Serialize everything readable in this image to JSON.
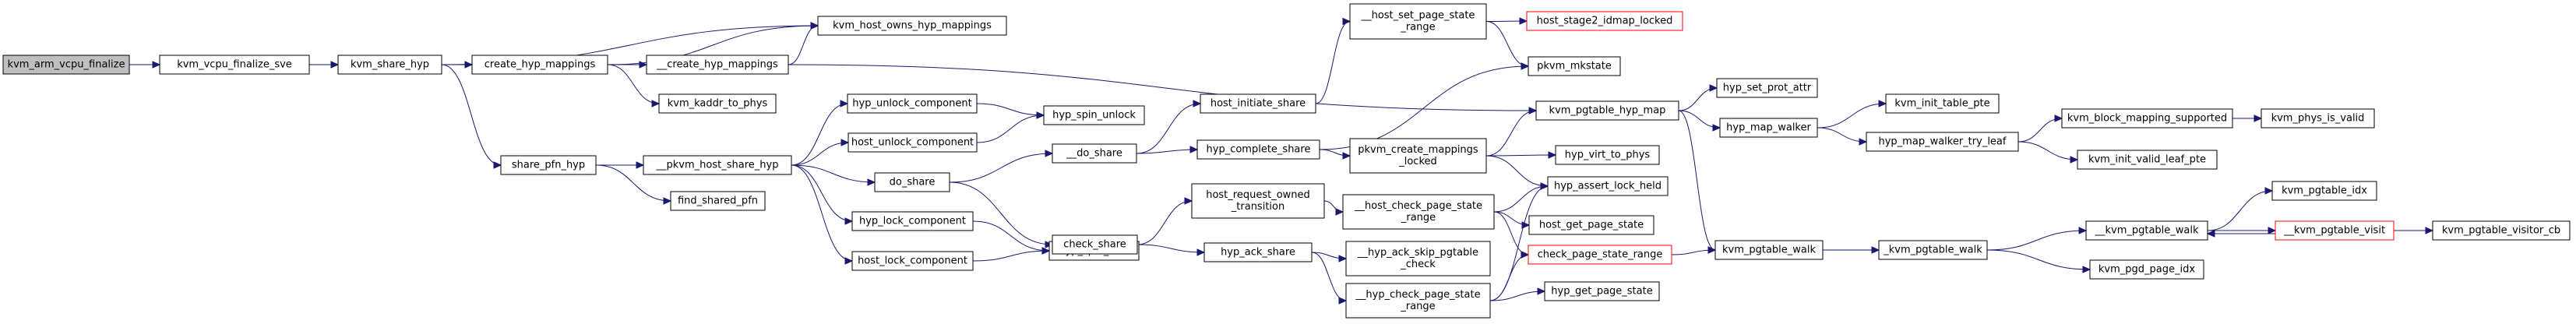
{
  "colors": {
    "edge": "#191970",
    "node_border": "#000000",
    "node_border_truncated": "#ff0000",
    "node_fill": "#ffffff",
    "root_fill": "#bfbfbf",
    "background": "#ffffff"
  },
  "graph": {
    "type": "call-graph",
    "nodes": [
      {
        "id": "kvm_arm_vcpu_finalize",
        "lines": [
          "kvm_arm_vcpu_finalize"
        ],
        "style": "root"
      },
      {
        "id": "kvm_vcpu_finalize_sve",
        "lines": [
          "kvm_vcpu_finalize_sve"
        ],
        "style": "normal"
      },
      {
        "id": "kvm_share_hyp",
        "lines": [
          "kvm_share_hyp"
        ],
        "style": "normal"
      },
      {
        "id": "kvm_host_owns_hyp_mappings",
        "lines": [
          "kvm_host_owns_hyp_mappings"
        ],
        "style": "normal"
      },
      {
        "id": "create_hyp_mappings",
        "lines": [
          "create_hyp_mappings"
        ],
        "style": "normal"
      },
      {
        "id": "__create_hyp_mappings",
        "lines": [
          "__create_hyp_mappings"
        ],
        "style": "normal"
      },
      {
        "id": "kvm_kaddr_to_phys",
        "lines": [
          "kvm_kaddr_to_phys"
        ],
        "style": "normal"
      },
      {
        "id": "share_pfn_hyp",
        "lines": [
          "share_pfn_hyp"
        ],
        "style": "normal"
      },
      {
        "id": "__pkvm_host_share_hyp",
        "lines": [
          "__pkvm_host_share_hyp"
        ],
        "style": "normal"
      },
      {
        "id": "find_shared_pfn",
        "lines": [
          "find_shared_pfn"
        ],
        "style": "normal"
      },
      {
        "id": "hyp_unlock_component",
        "lines": [
          "hyp_unlock_component"
        ],
        "style": "normal"
      },
      {
        "id": "host_unlock_component",
        "lines": [
          "host_unlock_component"
        ],
        "style": "normal"
      },
      {
        "id": "do_share",
        "lines": [
          "do_share"
        ],
        "style": "normal"
      },
      {
        "id": "hyp_lock_component",
        "lines": [
          "hyp_lock_component"
        ],
        "style": "normal"
      },
      {
        "id": "host_lock_component",
        "lines": [
          "host_lock_component"
        ],
        "style": "normal"
      },
      {
        "id": "hyp_spin_unlock",
        "lines": [
          "hyp_spin_unlock"
        ],
        "style": "normal"
      },
      {
        "id": "hyp_spin_lock",
        "lines": [
          "hyp_spin_lock"
        ],
        "style": "normal"
      },
      {
        "id": "__do_share",
        "lines": [
          "__do_share"
        ],
        "style": "normal"
      },
      {
        "id": "check_share",
        "lines": [
          "check_share"
        ],
        "style": "normal"
      },
      {
        "id": "host_initiate_share",
        "lines": [
          "host_initiate_share"
        ],
        "style": "normal"
      },
      {
        "id": "hyp_complete_share",
        "lines": [
          "hyp_complete_share"
        ],
        "style": "normal"
      },
      {
        "id": "host_request_owned_transition",
        "lines": [
          "host_request_owned",
          "_transition"
        ],
        "style": "normal"
      },
      {
        "id": "hyp_ack_share",
        "lines": [
          "hyp_ack_share"
        ],
        "style": "normal"
      },
      {
        "id": "__host_set_page_state_range",
        "lines": [
          "__host_set_page_state",
          "_range"
        ],
        "style": "normal"
      },
      {
        "id": "host_stage2_idmap_locked",
        "lines": [
          "host_stage2_idmap_locked"
        ],
        "style": "truncated"
      },
      {
        "id": "pkvm_mkstate",
        "lines": [
          "pkvm_mkstate"
        ],
        "style": "normal"
      },
      {
        "id": "pkvm_create_mappings_locked",
        "lines": [
          "pkvm_create_mappings",
          "_locked"
        ],
        "style": "normal"
      },
      {
        "id": "__host_check_page_state_range",
        "lines": [
          "__host_check_page_state",
          "_range"
        ],
        "style": "normal"
      },
      {
        "id": "__hyp_ack_skip_pgtable_check",
        "lines": [
          "__hyp_ack_skip_pgtable",
          "_check"
        ],
        "style": "normal"
      },
      {
        "id": "__hyp_check_page_state_range",
        "lines": [
          "__hyp_check_page_state",
          "_range"
        ],
        "style": "normal"
      },
      {
        "id": "kvm_pgtable_hyp_map",
        "lines": [
          "kvm_pgtable_hyp_map"
        ],
        "style": "normal"
      },
      {
        "id": "hyp_virt_to_phys",
        "lines": [
          "hyp_virt_to_phys"
        ],
        "style": "normal"
      },
      {
        "id": "hyp_assert_lock_held",
        "lines": [
          "hyp_assert_lock_held"
        ],
        "style": "normal"
      },
      {
        "id": "host_get_page_state",
        "lines": [
          "host_get_page_state"
        ],
        "style": "normal"
      },
      {
        "id": "check_page_state_range",
        "lines": [
          "check_page_state_range"
        ],
        "style": "truncated"
      },
      {
        "id": "hyp_get_page_state",
        "lines": [
          "hyp_get_page_state"
        ],
        "style": "normal"
      },
      {
        "id": "hyp_set_prot_attr",
        "lines": [
          "hyp_set_prot_attr"
        ],
        "style": "normal"
      },
      {
        "id": "hyp_map_walker",
        "lines": [
          "hyp_map_walker"
        ],
        "style": "normal"
      },
      {
        "id": "kvm_pgtable_walk",
        "lines": [
          "kvm_pgtable_walk"
        ],
        "style": "normal"
      },
      {
        "id": "kvm_init_table_pte",
        "lines": [
          "kvm_init_table_pte"
        ],
        "style": "normal"
      },
      {
        "id": "hyp_map_walker_try_leaf",
        "lines": [
          "hyp_map_walker_try_leaf"
        ],
        "style": "normal"
      },
      {
        "id": "_kvm_pgtable_walk",
        "lines": [
          "_kvm_pgtable_walk"
        ],
        "style": "normal"
      },
      {
        "id": "kvm_block_mapping_supported",
        "lines": [
          "kvm_block_mapping_supported"
        ],
        "style": "normal"
      },
      {
        "id": "kvm_init_valid_leaf_pte",
        "lines": [
          "kvm_init_valid_leaf_pte"
        ],
        "style": "normal"
      },
      {
        "id": "__kvm_pgtable_walk",
        "lines": [
          "__kvm_pgtable_walk"
        ],
        "style": "normal"
      },
      {
        "id": "kvm_pgd_page_idx",
        "lines": [
          "kvm_pgd_page_idx"
        ],
        "style": "normal"
      },
      {
        "id": "kvm_phys_is_valid",
        "lines": [
          "kvm_phys_is_valid"
        ],
        "style": "normal"
      },
      {
        "id": "kvm_pgtable_idx",
        "lines": [
          "kvm_pgtable_idx"
        ],
        "style": "normal"
      },
      {
        "id": "__kvm_pgtable_visit",
        "lines": [
          "__kvm_pgtable_visit"
        ],
        "style": "truncated"
      },
      {
        "id": "kvm_pgtable_visitor_cb",
        "lines": [
          "kvm_pgtable_visitor_cb"
        ],
        "style": "normal"
      }
    ],
    "edges": [
      [
        "kvm_arm_vcpu_finalize",
        "kvm_vcpu_finalize_sve"
      ],
      [
        "kvm_vcpu_finalize_sve",
        "kvm_share_hyp"
      ],
      [
        "kvm_share_hyp",
        "kvm_host_owns_hyp_mappings"
      ],
      [
        "kvm_share_hyp",
        "create_hyp_mappings"
      ],
      [
        "kvm_share_hyp",
        "share_pfn_hyp"
      ],
      [
        "create_hyp_mappings",
        "kvm_host_owns_hyp_mappings"
      ],
      [
        "create_hyp_mappings",
        "__create_hyp_mappings"
      ],
      [
        "create_hyp_mappings",
        "kvm_kaddr_to_phys"
      ],
      [
        "__create_hyp_mappings",
        "kvm_host_owns_hyp_mappings"
      ],
      [
        "__create_hyp_mappings",
        "kvm_pgtable_hyp_map"
      ],
      [
        "share_pfn_hyp",
        "__pkvm_host_share_hyp"
      ],
      [
        "share_pfn_hyp",
        "find_shared_pfn"
      ],
      [
        "__pkvm_host_share_hyp",
        "hyp_unlock_component"
      ],
      [
        "__pkvm_host_share_hyp",
        "host_unlock_component"
      ],
      [
        "__pkvm_host_share_hyp",
        "do_share"
      ],
      [
        "__pkvm_host_share_hyp",
        "hyp_lock_component"
      ],
      [
        "__pkvm_host_share_hyp",
        "host_lock_component"
      ],
      [
        "hyp_unlock_component",
        "hyp_spin_unlock"
      ],
      [
        "host_unlock_component",
        "hyp_spin_unlock"
      ],
      [
        "hyp_lock_component",
        "hyp_spin_lock"
      ],
      [
        "host_lock_component",
        "hyp_spin_lock"
      ],
      [
        "do_share",
        "__do_share"
      ],
      [
        "do_share",
        "check_share"
      ],
      [
        "__do_share",
        "host_initiate_share"
      ],
      [
        "__do_share",
        "hyp_complete_share"
      ],
      [
        "check_share",
        "host_request_owned_transition"
      ],
      [
        "check_share",
        "hyp_ack_share"
      ],
      [
        "host_initiate_share",
        "__host_set_page_state_range"
      ],
      [
        "__host_set_page_state_range",
        "host_stage2_idmap_locked"
      ],
      [
        "__host_set_page_state_range",
        "pkvm_mkstate"
      ],
      [
        "hyp_complete_share",
        "pkvm_mkstate"
      ],
      [
        "hyp_complete_share",
        "pkvm_create_mappings_locked"
      ],
      [
        "pkvm_create_mappings_locked",
        "kvm_pgtable_hyp_map"
      ],
      [
        "pkvm_create_mappings_locked",
        "hyp_virt_to_phys"
      ],
      [
        "pkvm_create_mappings_locked",
        "hyp_assert_lock_held"
      ],
      [
        "host_request_owned_transition",
        "__host_check_page_state_range"
      ],
      [
        "__host_check_page_state_range",
        "hyp_assert_lock_held"
      ],
      [
        "__host_check_page_state_range",
        "host_get_page_state"
      ],
      [
        "__host_check_page_state_range",
        "check_page_state_range"
      ],
      [
        "hyp_ack_share",
        "__hyp_ack_skip_pgtable_check"
      ],
      [
        "hyp_ack_share",
        "__hyp_check_page_state_range"
      ],
      [
        "__hyp_check_page_state_range",
        "hyp_assert_lock_held"
      ],
      [
        "__hyp_check_page_state_range",
        "check_page_state_range"
      ],
      [
        "__hyp_check_page_state_range",
        "hyp_get_page_state"
      ],
      [
        "kvm_pgtable_hyp_map",
        "hyp_set_prot_attr"
      ],
      [
        "kvm_pgtable_hyp_map",
        "hyp_map_walker"
      ],
      [
        "kvm_pgtable_hyp_map",
        "kvm_pgtable_walk"
      ],
      [
        "check_page_state_range",
        "kvm_pgtable_walk"
      ],
      [
        "hyp_map_walker",
        "kvm_init_table_pte"
      ],
      [
        "hyp_map_walker",
        "hyp_map_walker_try_leaf"
      ],
      [
        "hyp_map_walker_try_leaf",
        "kvm_block_mapping_supported"
      ],
      [
        "hyp_map_walker_try_leaf",
        "kvm_init_valid_leaf_pte"
      ],
      [
        "kvm_block_mapping_supported",
        "kvm_phys_is_valid"
      ],
      [
        "kvm_pgtable_walk",
        "_kvm_pgtable_walk"
      ],
      [
        "_kvm_pgtable_walk",
        "__kvm_pgtable_walk"
      ],
      [
        "_kvm_pgtable_walk",
        "kvm_pgd_page_idx"
      ],
      [
        "__kvm_pgtable_walk",
        "kvm_pgtable_idx"
      ],
      [
        "__kvm_pgtable_walk",
        "__kvm_pgtable_visit"
      ],
      [
        "__kvm_pgtable_visit",
        "__kvm_pgtable_walk"
      ],
      [
        "__kvm_pgtable_visit",
        "kvm_pgtable_visitor_cb"
      ]
    ]
  }
}
